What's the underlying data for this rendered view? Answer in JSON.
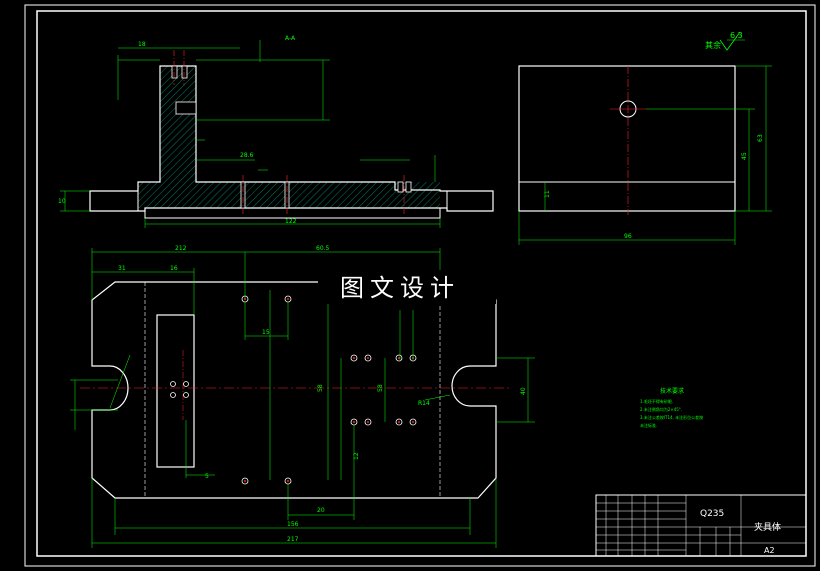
{
  "watermark": "图文设计",
  "section_label": "A-A",
  "surface_finish": {
    "symbol_text": "其余",
    "value": "6.3"
  },
  "title_block": {
    "material": "Q235",
    "part_name": "夹具体",
    "sheet_size": "A2"
  },
  "tech_requirements": {
    "heading": "技术要求",
    "lines": [
      "1.毛坯不得有砂眼.",
      "2.未注倒角均为2×45°.",
      "3.未注公差按IT14, 未注形位公差按",
      "未注标准."
    ]
  },
  "dimensions": {
    "section_total_width": "122",
    "section_height": "10",
    "section_top_left": "18",
    "section_mid": "28.6",
    "side_width": "96",
    "side_height_outer": "63",
    "side_height_inner": "45",
    "side_small": "11",
    "plan_overall_top": "212",
    "plan_top_mid": "60.5",
    "plan_left_seg1": "31",
    "plan_left_seg2": "16",
    "plan_hole_spacing": "15",
    "plan_right_vert": "12",
    "plan_bottom_mid": "20",
    "plan_bottom_inner": "156",
    "plan_bottom_outer": "217",
    "plan_center_vert": "58",
    "plan_right_side": "40",
    "plan_small": "5",
    "plan_slot": "R14"
  },
  "colors": {
    "outline": "#ffffff",
    "dimension": "#00ff00",
    "centerline": "#ff2020",
    "hatch": "#00d0a0",
    "border": "#ffffff"
  }
}
